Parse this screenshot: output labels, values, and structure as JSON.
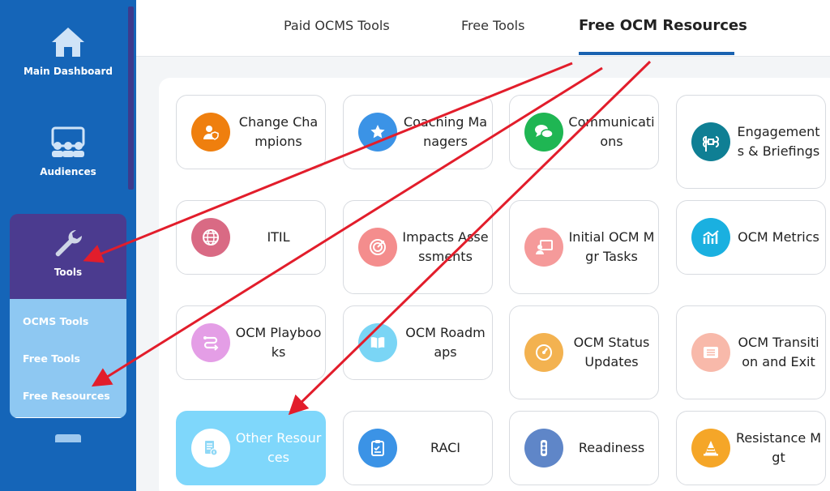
{
  "sidebar": {
    "items": [
      {
        "label": "Main Dashboard",
        "icon": "home-icon"
      },
      {
        "label": "Audiences",
        "icon": "audience-icon"
      },
      {
        "label": "Tools",
        "icon": "wrench-icon"
      }
    ],
    "tools_submenu": [
      "OCMS Tools",
      "Free Tools",
      "Free Resources"
    ]
  },
  "tabs": [
    "Paid OCMS Tools",
    "Free Tools",
    "Free OCM Resources"
  ],
  "cards": [
    {
      "label": "Change Champions",
      "icon": "champion-icon",
      "color": "#ef7f0e"
    },
    {
      "label": "Coaching Managers",
      "icon": "star-icon",
      "color": "#3b93e6"
    },
    {
      "label": "Communications",
      "icon": "chat-icon",
      "color": "#1fb653"
    },
    {
      "label": "Engagements & Briefings",
      "icon": "command-icon",
      "color": "#0f7f94"
    },
    {
      "label": "ITIL",
      "icon": "globe-icon",
      "color": "#d96a84"
    },
    {
      "label": "Impacts Assessments",
      "icon": "target-icon",
      "color": "#f48d8d"
    },
    {
      "label": "Initial OCM Mgr Tasks",
      "icon": "presentation-icon",
      "color": "#f59a9a"
    },
    {
      "label": "OCM Metrics",
      "icon": "chart-icon",
      "color": "#1ab0e0"
    },
    {
      "label": "OCM Playbooks",
      "icon": "route-icon",
      "color": "#e49ee6"
    },
    {
      "label": "OCM Roadmaps",
      "icon": "book-icon",
      "color": "#7ad5f5"
    },
    {
      "label": "OCM Status Updates",
      "icon": "gauge-icon",
      "color": "#f3b250"
    },
    {
      "label": "OCM Transition and Exit",
      "icon": "list-icon",
      "color": "#f8b9aa"
    },
    {
      "label": "Other Resources",
      "icon": "document-icon",
      "color": "#ffffff"
    },
    {
      "label": "RACI",
      "icon": "clipboard-icon",
      "color": "#3b93e6"
    },
    {
      "label": "Readiness",
      "icon": "traffic-light-icon",
      "color": "#5f86c8"
    },
    {
      "label": "Resistance Mgt",
      "icon": "cone-icon",
      "color": "#f5a628"
    }
  ],
  "colors": {
    "sidebar": "#1565b8",
    "tools_active": "#4b3b8f",
    "submenu": "#8ec8f2",
    "tab_underline": "#1a63b1",
    "highlight_card": "#7fd7fb",
    "annotation_arrow": "#e21d2b"
  }
}
